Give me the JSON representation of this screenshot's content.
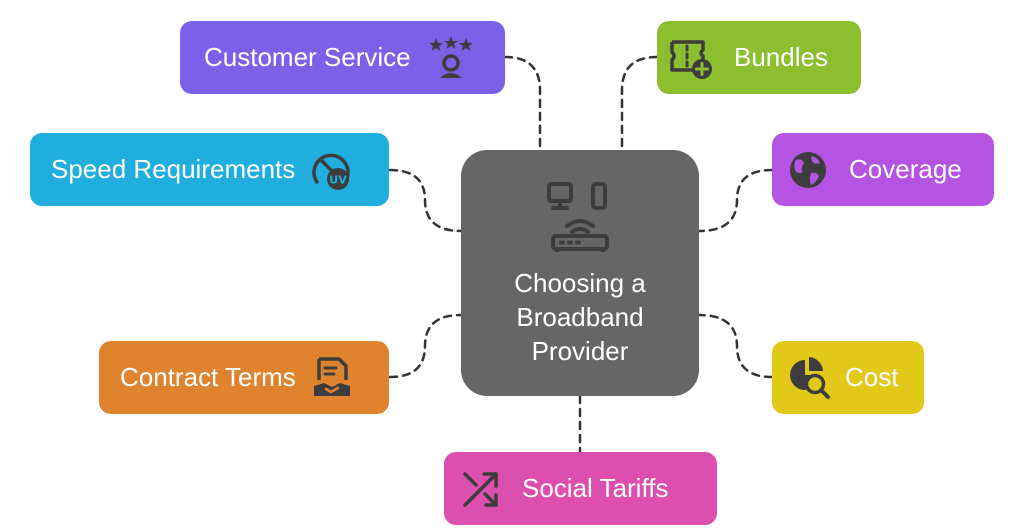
{
  "center": {
    "title_lines": [
      "Choosing a",
      "Broadband",
      "Provider"
    ],
    "icon": "router-icon"
  },
  "nodes": {
    "customer_service": {
      "label": "Customer Service",
      "color": "#7B61E8",
      "icon": "star-rating-icon"
    },
    "bundles": {
      "label": "Bundles",
      "color": "#8CBF2F",
      "icon": "ticket-plus-icon"
    },
    "speed_requirements": {
      "label": "Speed Requirements",
      "color": "#20AEDE",
      "icon": "speedometer-icon"
    },
    "coverage": {
      "label": "Coverage",
      "color": "#B554E3",
      "icon": "globe-icon"
    },
    "contract_terms": {
      "label": "Contract Terms",
      "color": "#E0832E",
      "icon": "contract-handshake-icon"
    },
    "cost": {
      "label": "Cost",
      "color": "#E2C919",
      "icon": "pie-search-icon"
    },
    "social_tariffs": {
      "label": "Social Tariffs",
      "color": "#DC4FAE",
      "icon": "shuffle-arrows-icon"
    }
  }
}
